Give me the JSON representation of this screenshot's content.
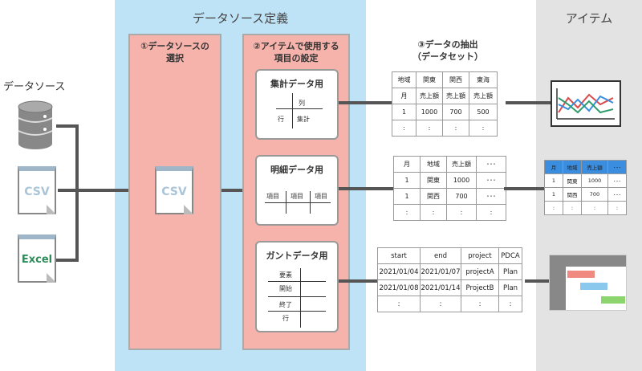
{
  "panels": {
    "center_title": "データソース定義",
    "right_title": "アイテム"
  },
  "datasource": {
    "label": "データソース",
    "csv_label": "CSV",
    "excel_label": "Excel"
  },
  "step1": {
    "title_line1": "①データソースの",
    "title_line2": "選択",
    "file_label": "CSV"
  },
  "step2": {
    "title_line1": "②アイテムで使用する",
    "title_line2": "項目の設定",
    "aggregate": {
      "title": "集計データ用",
      "col": "列",
      "row": "行",
      "agg": "集計"
    },
    "detail": {
      "title": "明細データ用",
      "items": [
        "項目",
        "項目",
        "項目"
      ]
    },
    "gantt": {
      "title": "ガントデータ用",
      "rows": [
        "要素",
        "開始",
        "終了",
        "行"
      ]
    }
  },
  "step3": {
    "title_line1": "③データの抽出",
    "title_line2": "（データセット）"
  },
  "table_aggregate": [
    [
      "地域",
      "関東",
      "関西",
      "東海"
    ],
    [
      "月",
      "売上額",
      "売上額",
      "売上額"
    ],
    [
      "1",
      "1000",
      "700",
      "500"
    ],
    [
      ":",
      ":",
      ":",
      ":"
    ]
  ],
  "table_detail": [
    [
      "月",
      "地域",
      "売上額",
      "･･･"
    ],
    [
      "1",
      "関東",
      "1000",
      "･･･"
    ],
    [
      "1",
      "関西",
      "700",
      "･･･"
    ],
    [
      ":",
      ":",
      ":",
      ":"
    ]
  ],
  "table_gantt": [
    [
      "start",
      "end",
      "project",
      "PDCA"
    ],
    [
      "2021/01/04",
      "2021/01/07",
      "projectA",
      "Plan"
    ],
    [
      "2021/01/08",
      "2021/01/14",
      "ProjectB",
      "Plan"
    ],
    [
      ":",
      ":",
      ":",
      ":"
    ]
  ],
  "item_grid": [
    [
      "月",
      "地域",
      "売上額",
      "･･･"
    ],
    [
      "1",
      "関東",
      "1000",
      "･･･"
    ],
    [
      "1",
      "関西",
      "700",
      "･･･"
    ],
    [
      ":",
      ":",
      ":",
      ":"
    ]
  ],
  "colors": {
    "blue_panel": "#bfe3f6",
    "pink_col": "#f5b3ab",
    "gray_panel": "#e3e3e3",
    "grid_header": "#3b8de0",
    "gantt_red": "#f08a80",
    "gantt_blue": "#8ac8ee",
    "gantt_green": "#8cd46e"
  }
}
